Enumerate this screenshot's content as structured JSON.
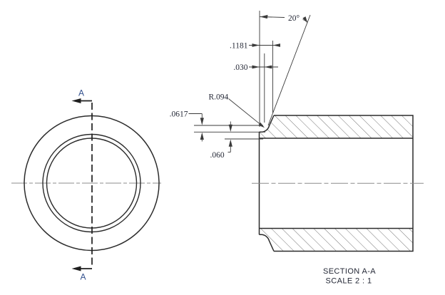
{
  "drawing": {
    "title_note": "SECTION A-A",
    "scale_note": "SCALE 2 : 1",
    "cutting_plane": {
      "label_top": "A",
      "label_bottom": "A"
    },
    "dimensions": {
      "taper_angle": "20°",
      "counterbore_depth": ".1181",
      "step_depth": ".030",
      "fillet_radius": "R.094",
      "lip_height_upper": ".0617",
      "lip_height_lower": ".060"
    },
    "colors": {
      "background": "#ffffff",
      "part_line": "#2b2b2b",
      "dim_line": "#3a3a3a",
      "hatch_line": "#545454",
      "centerline": "#8c8c8c",
      "dim_text": "#242836",
      "section_label_text": "#33518e"
    }
  }
}
